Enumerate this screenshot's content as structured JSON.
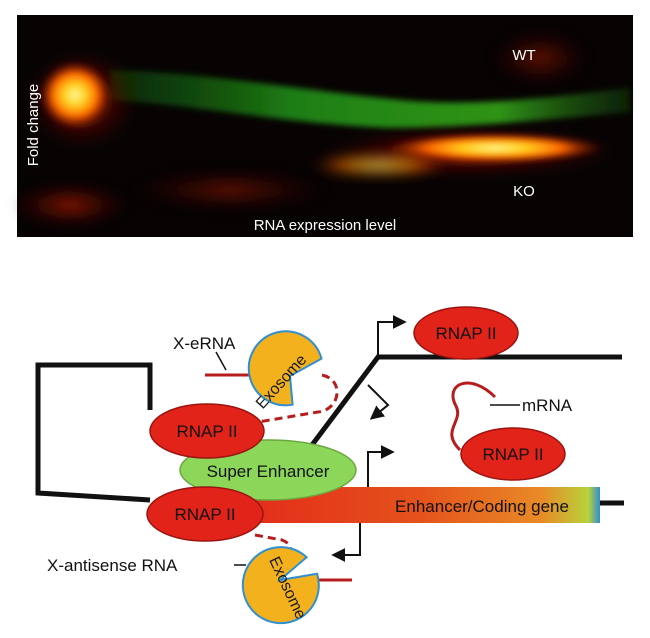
{
  "heatmap": {
    "y_axis_label": "Fold change",
    "x_axis_label": "RNA expression level",
    "series_labels": [
      "WT",
      "KO"
    ]
  },
  "diagram": {
    "labels": {
      "x_erna": "X-eRNA",
      "exosome_top": "Exosome",
      "rnap_top": "RNAP II",
      "rnap_left": "RNAP II",
      "super_enhancer": "Super Enhancer",
      "mrna": "mRNA",
      "rnap_right": "RNAP II",
      "rnap_bottom": "RNAP II",
      "enhancer_coding_gene": "Enhancer/Coding gene",
      "x_antisense_rna": "X-antisense RNA",
      "exosome_bottom": "Exosome"
    },
    "colors": {
      "rnap": "#e2231a",
      "rnap_stroke": "#9a1410",
      "exosome": "#f3b21d",
      "exosome_stroke": "#2f8fd0",
      "super_enhancer": "#8cd65a",
      "rna_strand": "#b81d1d",
      "gene_gradient_start": "#e2231a",
      "gene_gradient_end": "#b8d23a",
      "heat_ko": "#ffd21e",
      "heat_wt": "#3cc21e"
    }
  }
}
